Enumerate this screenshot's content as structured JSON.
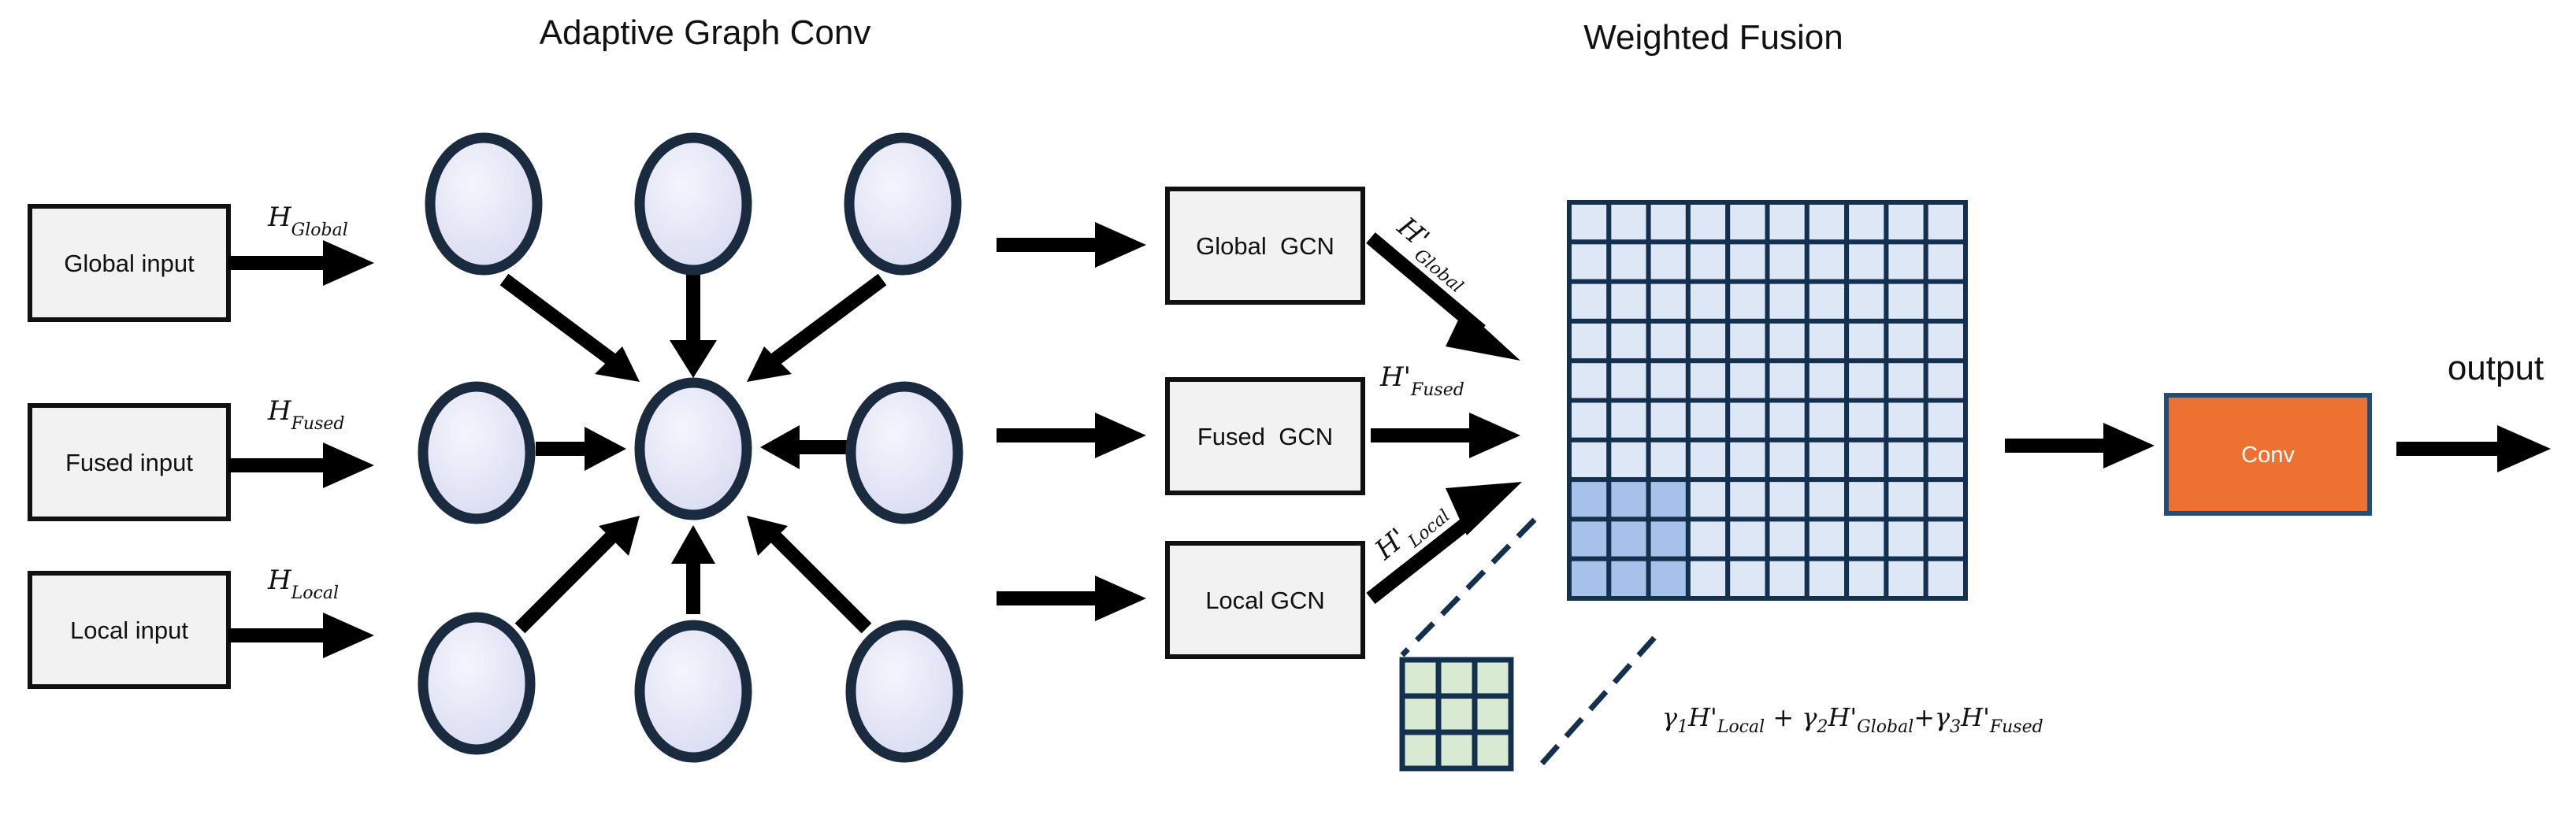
{
  "titles": {
    "adaptive": "Adaptive Graph Conv",
    "fusion": "Weighted Fusion"
  },
  "inputs": [
    {
      "label": "Global input",
      "sym": "H",
      "sub": "Global"
    },
    {
      "label": "Fused input",
      "sym": "H",
      "sub": "Fused"
    },
    {
      "label": "Local input",
      "sym": "H",
      "sub": "Local"
    }
  ],
  "gcn": [
    {
      "label": "Global  GCN",
      "sym": "H'",
      "sub": "Global"
    },
    {
      "label": "Fused  GCN",
      "sym": "H'",
      "sub": "Fused"
    },
    {
      "label": "Local GCN",
      "sym": "H'",
      "sub": "Local"
    }
  ],
  "formula": {
    "t1": "γ",
    "s1": "1",
    "h1": "H'",
    "l1": "Local",
    "plus1": " + ",
    "t2": "γ",
    "s2": "2",
    "h2": "H'",
    "l2": "Global",
    "plus2": "+",
    "t3": "γ",
    "s3": "3",
    "h3": "H'",
    "l3": "Fused"
  },
  "conv": "Conv",
  "output": "output",
  "colors": {
    "node_stroke": "#1a2b40",
    "node_fill": "#e4e6f6",
    "box_fill": "#f2f2f2",
    "grid_cell": "#dde7f5",
    "grid_highlight": "#a7c2ea",
    "grid_line": "#14304f",
    "kernel_cell": "#d9ead3",
    "conv_fill": "#ed7232",
    "conv_stroke": "#1f4e79"
  }
}
